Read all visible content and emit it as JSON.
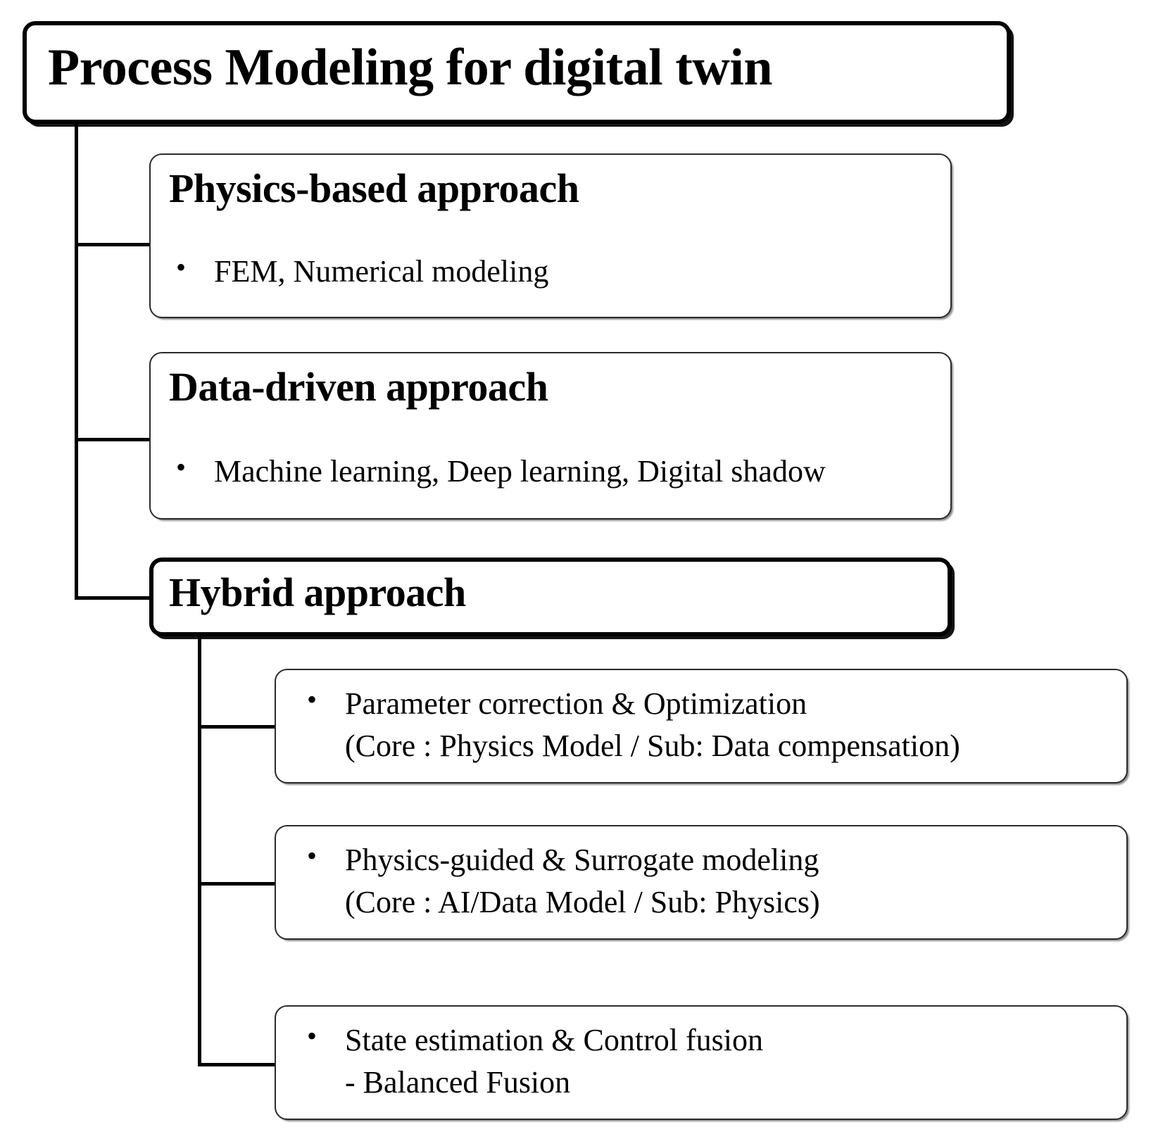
{
  "diagram": {
    "title": "Process Modeling for digital twin",
    "root": {
      "label": "Process Modeling for digital twin"
    },
    "branches": [
      {
        "id": "physics-based",
        "heading": "Physics-based approach",
        "bullets": [
          {
            "marker": "•",
            "text": "FEM, Numerical modeling"
          }
        ]
      },
      {
        "id": "data-driven",
        "heading": "Data-driven approach",
        "bullets": [
          {
            "marker": "•",
            "text": "Machine learning, Deep learning, Digital shadow"
          }
        ]
      },
      {
        "id": "hybrid",
        "heading": "Hybrid approach",
        "bullets": [],
        "children": [
          {
            "id": "parameter-correction",
            "marker": "•",
            "line1": "Parameter correction & Optimization",
            "line2": "(Core : Physics Model  /  Sub: Data compensation)"
          },
          {
            "id": "physics-guided",
            "marker": "•",
            "line1": "Physics-guided & Surrogate modeling",
            "line2": "(Core : AI/Data Model  /  Sub: Physics)"
          },
          {
            "id": "state-estimation",
            "marker": "•",
            "line1": "State estimation & Control fusion",
            "line2": "- Balanced Fusion"
          }
        ]
      }
    ],
    "colors": {
      "stroke": "#000000",
      "thin_stroke": "#2b2b2b",
      "background": "#ffffff",
      "text": "#000000"
    }
  }
}
